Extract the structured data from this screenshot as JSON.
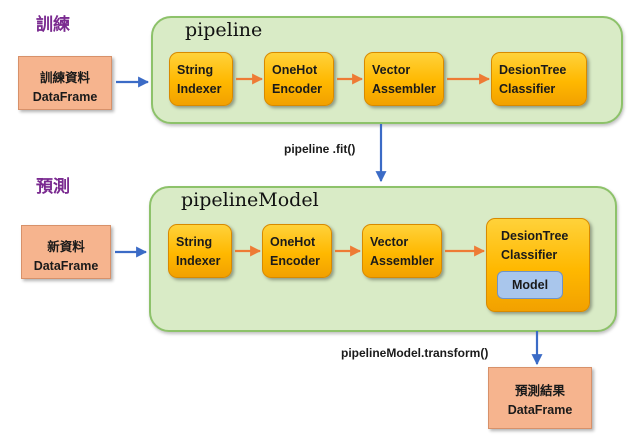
{
  "sections": {
    "train": "訓練",
    "predict": "預測"
  },
  "pipeline": {
    "label": "pipeline",
    "input": {
      "line1": "訓練資料",
      "line2": "DataFrame"
    },
    "stages": [
      {
        "line1": "String",
        "line2": "Indexer"
      },
      {
        "line1": "OneHot",
        "line2": "Encoder"
      },
      {
        "line1": "Vector",
        "line2": "Assembler"
      },
      {
        "line1": "DesionTree",
        "line2": "Classifier"
      }
    ]
  },
  "fit_label": "pipeline .fit()",
  "pipeline_model": {
    "label": "pipelineModel",
    "input": {
      "line1": "新資料",
      "line2": "DataFrame"
    },
    "stages": [
      {
        "line1": "String",
        "line2": "Indexer"
      },
      {
        "line1": "OneHot",
        "line2": "Encoder"
      },
      {
        "line1": "Vector",
        "line2": "Assembler"
      },
      {
        "line1": "DesionTree",
        "line2": "Classifier"
      }
    ],
    "model_label": "Model"
  },
  "transform_label": "pipelineModel.transform()",
  "output": {
    "line1": "預測結果",
    "line2": "DataFrame"
  },
  "colors": {
    "section_title": "#7a2a90",
    "pipeline_fill": "#d9ebc6",
    "pipeline_border": "#8dc26a",
    "stage_fill": "#ffb800",
    "data_fill": "#f6b48e",
    "model_fill": "#a9c6ec",
    "arrow_blue": "#3b6bc6",
    "arrow_orange": "#ee7b35"
  }
}
